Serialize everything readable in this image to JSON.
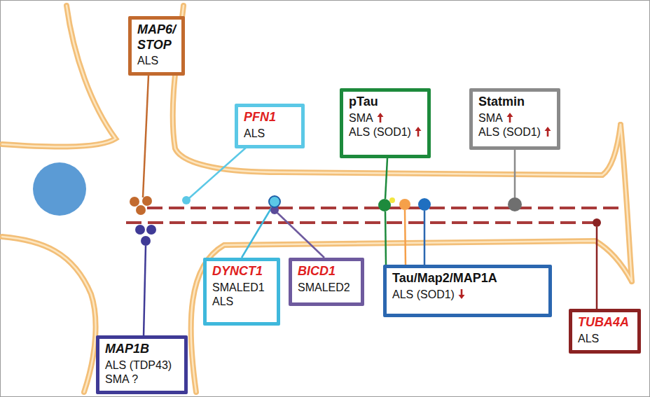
{
  "diagram": {
    "nodes": [
      {
        "text": [
          "MAP6/ STOP",
          "ALS"
        ]
      },
      {
        "text": [
          "PFN1",
          "ALS"
        ]
      },
      {
        "text": [
          "pTau",
          "SMA",
          "ALS (SOD1)"
        ]
      },
      {
        "text": [
          "Statmin",
          "SMA",
          "ALS (SOD1)"
        ]
      },
      {
        "text": [
          "MAP1B",
          "ALS (TDP43)",
          "SMA ?"
        ]
      },
      {
        "text": [
          "DYNCT1",
          "SMALED1",
          "ALS"
        ]
      },
      {
        "text": [
          "BICD1",
          "SMALED2"
        ]
      },
      {
        "text": [
          "Tau/Map2/MAP1A",
          "ALS (SOD1)"
        ]
      },
      {
        "text": [
          "TUBA4A",
          "ALS"
        ]
      }
    ]
  }
}
